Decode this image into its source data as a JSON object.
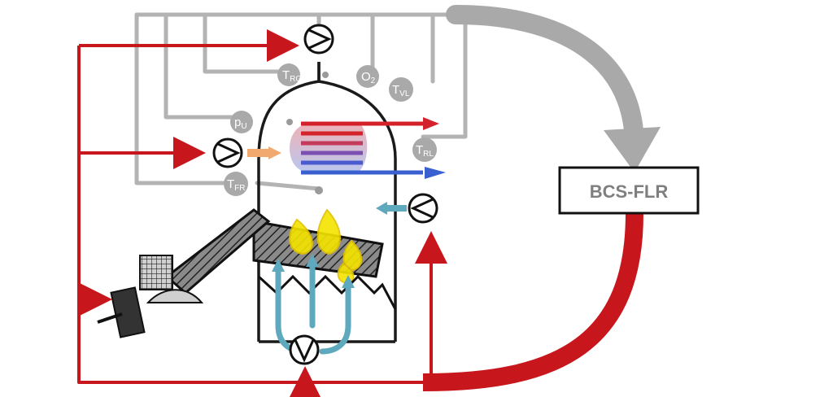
{
  "controller": {
    "label": "BCS-FLR"
  },
  "sensors": [
    {
      "id": "trg",
      "main": "T",
      "sub": "RG"
    },
    {
      "id": "o2",
      "main": "O",
      "sub": "2"
    },
    {
      "id": "tvl",
      "main": "T",
      "sub": "VL"
    },
    {
      "id": "pu",
      "main": "p",
      "sub": "U"
    },
    {
      "id": "trl",
      "main": "T",
      "sub": "RL"
    },
    {
      "id": "tfr",
      "main": "T",
      "sub": "FR"
    }
  ],
  "colors": {
    "signal": "#b3b3b3",
    "control": "#c8161d",
    "water_hot": "#d3222a",
    "water_cold": "#3a5fd0",
    "primary_air": "#5fa9bf",
    "secondary_air": "#f2a970",
    "flame": "#f5e400",
    "outline": "#1a1a1a"
  },
  "icons": [
    "fan-icon",
    "flame-icon",
    "heat-exchanger-icon",
    "fuel-hopper-icon",
    "auger-icon"
  ]
}
